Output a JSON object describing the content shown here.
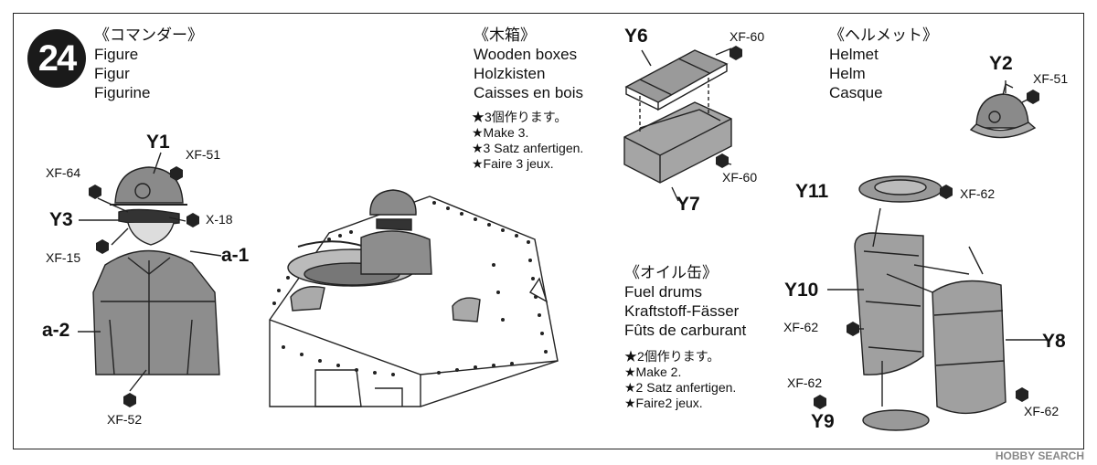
{
  "step": {
    "number": "24"
  },
  "figure": {
    "title_jp": "《コマンダー》",
    "title_en": "Figure",
    "title_de": "Figur",
    "title_fr": "Figurine",
    "parts": {
      "y1": "Y1",
      "y3": "Y3",
      "a1": "a-1",
      "a2": "a-2"
    },
    "colors": {
      "xf64": "XF-64",
      "xf51": "XF-51",
      "x18": "X-18",
      "xf15": "XF-15",
      "xf52": "XF-52"
    }
  },
  "boxes": {
    "title_jp": "《木箱》",
    "title_en": "Wooden boxes",
    "title_de": "Holzkisten",
    "title_fr": "Caisses en bois",
    "instr_jp": "★3個作ります。",
    "instr_en": "★Make 3.",
    "instr_de": "★3 Satz anfertigen.",
    "instr_fr": "★Faire 3 jeux.",
    "parts": {
      "y6": "Y6",
      "y7": "Y7"
    },
    "colors": {
      "top": "XF-60",
      "bottom": "XF-60"
    }
  },
  "helmet": {
    "title_jp": "《ヘルメット》",
    "title_en": "Helmet",
    "title_de": "Helm",
    "title_fr": "Casque",
    "parts": {
      "y2": "Y2"
    },
    "colors": {
      "xf51": "XF-51"
    }
  },
  "drums": {
    "title_jp": "《オイル缶》",
    "title_en": "Fuel drums",
    "title_de": "Kraftstoff-Fässer",
    "title_fr": "Fûts de carburant",
    "instr_jp": "★2個作ります。",
    "instr_en": "★Make 2.",
    "instr_de": "★2 Satz anfertigen.",
    "instr_fr": "★Faire2 jeux.",
    "parts": {
      "y11": "Y11",
      "y10": "Y10",
      "y8": "Y8",
      "y9": "Y9"
    },
    "colors": {
      "y11": "XF-62",
      "y10": "XF-62",
      "y9": "XF-62",
      "y8": "XF-62"
    }
  },
  "watermark": "HOBBY SEARCH"
}
